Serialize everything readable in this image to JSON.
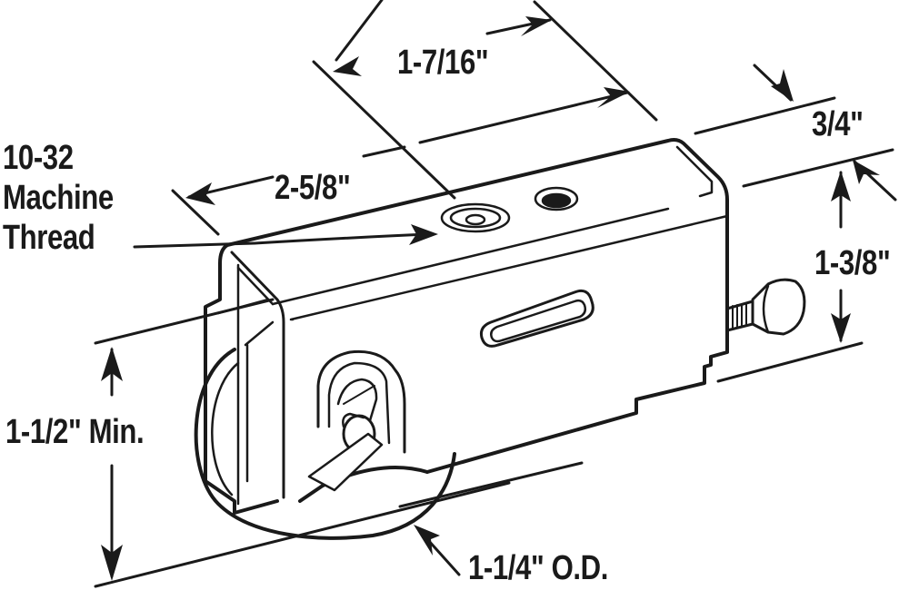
{
  "diagram": {
    "subject": "Sliding door roller assembly (dimension drawing)",
    "stroke_color": "#1a1a1a",
    "background": "#ffffff",
    "labels": {
      "thread_line1": "10-32",
      "thread_line2": "Machine",
      "thread_line3": "Thread",
      "height_overall": "1-1/2\" Min.",
      "length_total": "2-5/8\"",
      "hole_spacing": "1-7/16\"",
      "width": "3/4\"",
      "housing_height": "1-3/8\"",
      "wheel_diameter": "1-1/4\" O.D."
    }
  }
}
